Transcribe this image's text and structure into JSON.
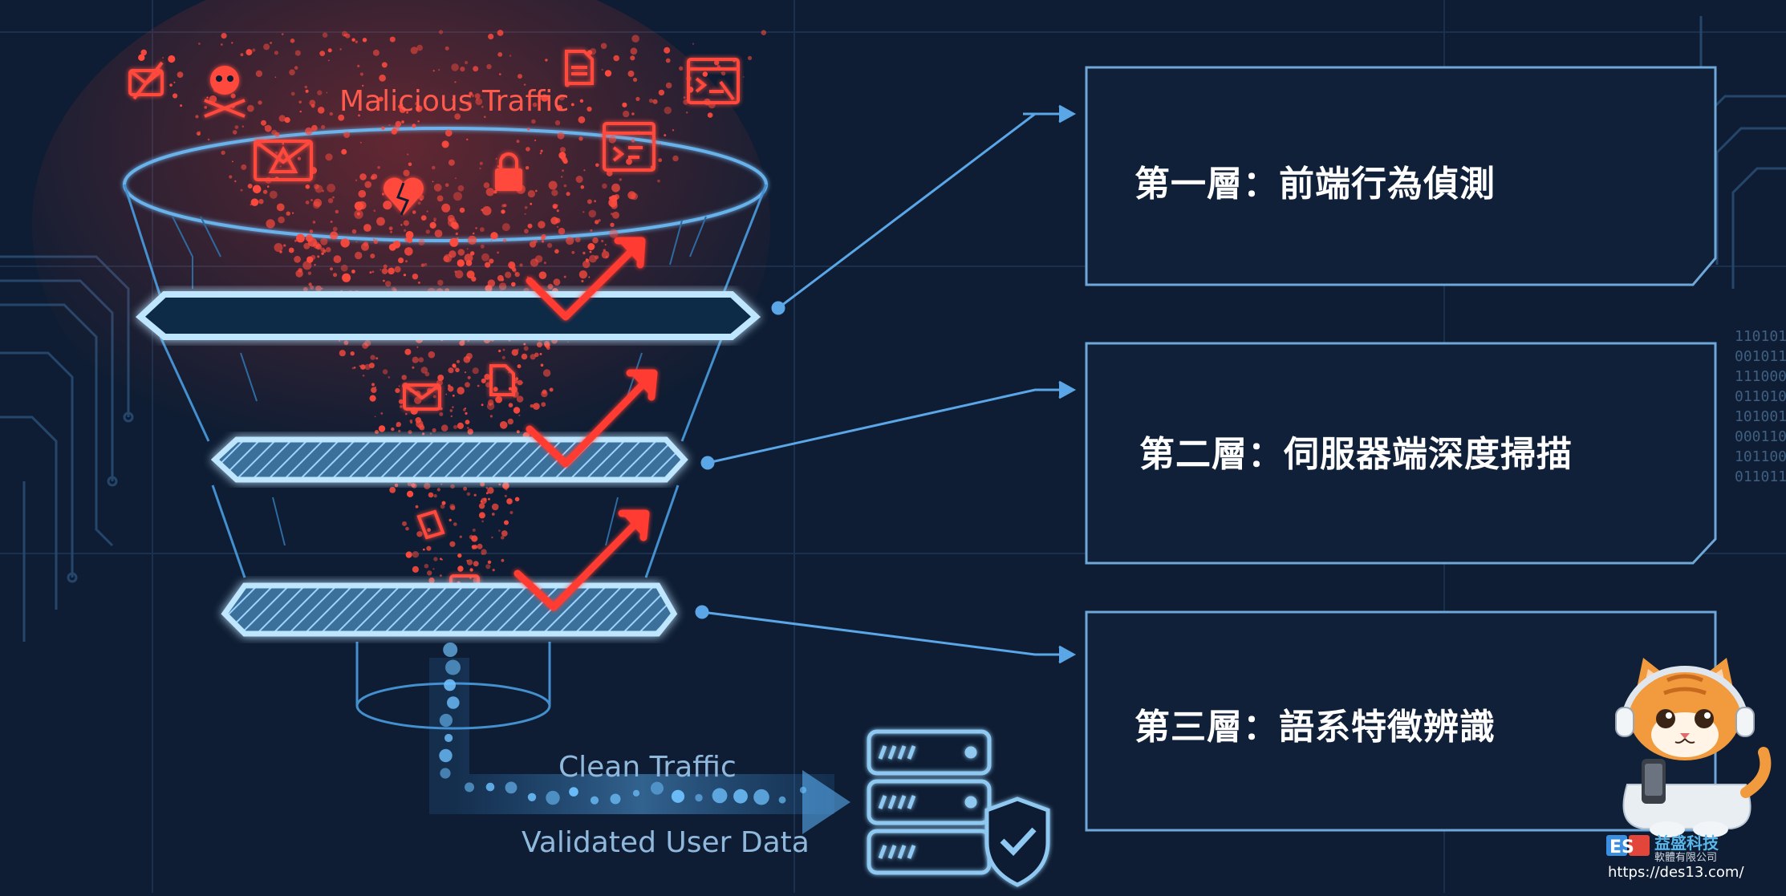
{
  "flow": {
    "malicious_label": "Malicious Traffic",
    "clean_label": "Clean Traffic",
    "validated_label": "Validated User Data"
  },
  "layers": [
    {
      "label": "第一層：前端行為偵測"
    },
    {
      "label": "第二層：伺服器端深度掃描"
    },
    {
      "label": "第三層：語系特徵辨識"
    }
  ],
  "brand": {
    "name": "益盛科技",
    "subtitle": "軟體有限公司",
    "url": "https://des13.com/",
    "logo_letters": "ES"
  },
  "icons": [
    "broken-envelope-icon",
    "skull-icon",
    "warning-envelope-icon",
    "broken-heart-icon",
    "lock-icon",
    "document-icon",
    "code-window-icon",
    "terminal-window-icon",
    "server-icon",
    "shield-check-icon",
    "cat-mascot-icon"
  ],
  "colors": {
    "background": "#0e1d33",
    "threat": "#ff3b30",
    "filter_glow": "#59c4ff",
    "text": "#ffffff",
    "clean": "#5fb8ff"
  }
}
